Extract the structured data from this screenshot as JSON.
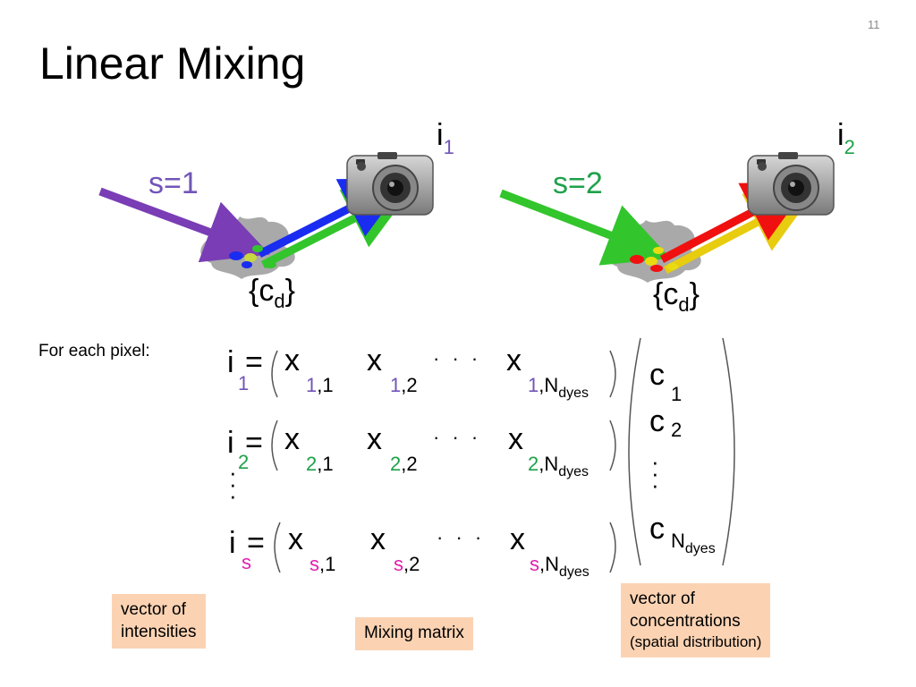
{
  "page_number": "11",
  "title": "Linear Mixing",
  "scenes": [
    {
      "source_label": "s=1",
      "camera_label_main": "i",
      "camera_label_sub": "1",
      "conc_label_open": "{c",
      "conc_label_sub": "d",
      "conc_label_close": "}"
    },
    {
      "source_label": "s=2",
      "camera_label_main": "i",
      "camera_label_sub": "2",
      "conc_label_open": "{c",
      "conc_label_sub": "d",
      "conc_label_close": "}"
    }
  ],
  "for_each_pixel": "For each pixel:",
  "equation": {
    "rows": [
      {
        "lhs": "i",
        "lhs_sub": "1",
        "eq": "=",
        "x": "x",
        "sub1": "1",
        "col1": ",1",
        "sub2": "1",
        "col2": ",2",
        "dots": "· · ·",
        "subN": "1",
        "colN": ",N",
        "colN_sub": "dyes"
      },
      {
        "lhs": "i",
        "lhs_sub": "2",
        "eq": "=",
        "x": "x",
        "sub1": "2",
        "col1": ",1",
        "sub2": "2",
        "col2": ",2",
        "dots": "· · ·",
        "subN": "2",
        "colN": ",N",
        "colN_sub": "dyes"
      },
      {
        "lhs": "i",
        "lhs_sub": "s",
        "eq": "=",
        "x": "x",
        "sub1": "s",
        "col1": ",1",
        "sub2": "s",
        "col2": ",2",
        "dots": "· · ·",
        "subN": "s",
        "colN": ",N",
        "colN_sub": "dyes"
      }
    ],
    "conc": {
      "c": "c",
      "c1_sub": "1",
      "c2_sub": "2",
      "cN_sub": "N",
      "cN_sub2": "dyes"
    }
  },
  "labels": {
    "intensities": [
      "vector of",
      "intensities"
    ],
    "mixing": "Mixing matrix",
    "concentrations": [
      "vector of",
      "concentrations"
    ],
    "concentrations_note": "(spatial distribution)"
  },
  "colors": {
    "purple": "#7155b8",
    "green": "#1fa14a",
    "magenta": "#e020b0",
    "box": "#fbd3b3",
    "arrow_blue": "#1a2cf0",
    "arrow_green": "#33c52c",
    "arrow_red": "#f01010",
    "arrow_yellow": "#e8cc10",
    "arrow_purple": "#7a3db5"
  }
}
